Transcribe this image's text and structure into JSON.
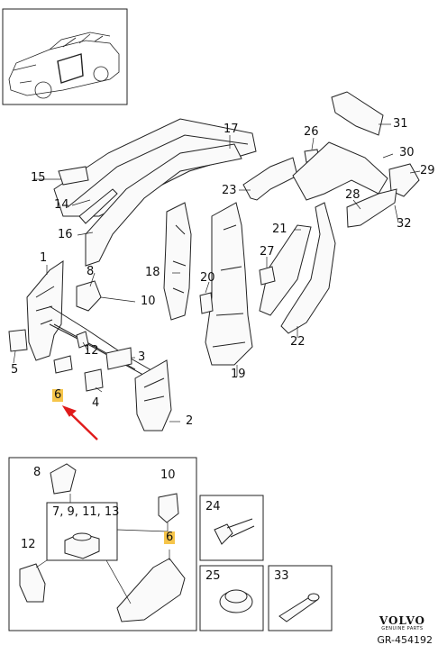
{
  "callouts": {
    "c1": "1",
    "c2": "2",
    "c3": "3",
    "c4": "4",
    "c5": "5",
    "c6": "6",
    "c8": "8",
    "c10": "10",
    "c12": "12",
    "c14": "14",
    "c15": "15",
    "c16": "16",
    "c17": "17",
    "c18": "18",
    "c19": "19",
    "c20": "20",
    "c21": "21",
    "c22": "22",
    "c23": "23",
    "c26": "26",
    "c27": "27",
    "c28": "28",
    "c29": "29",
    "c30": "30",
    "c31": "31",
    "c32": "32"
  },
  "detail": {
    "c8": "8",
    "c10": "10",
    "c12": "12",
    "c6": "6",
    "group_label": "7, 9, 11, 13"
  },
  "boxes": {
    "b24": "24",
    "b25": "25",
    "b33": "33"
  },
  "brand": {
    "name": "VOLVO",
    "tagline": "GENUINE PARTS"
  },
  "reference": "GR-454192",
  "colors": {
    "highlight": "#f6c54a",
    "arrow": "#e01b1b",
    "line": "#222222"
  }
}
